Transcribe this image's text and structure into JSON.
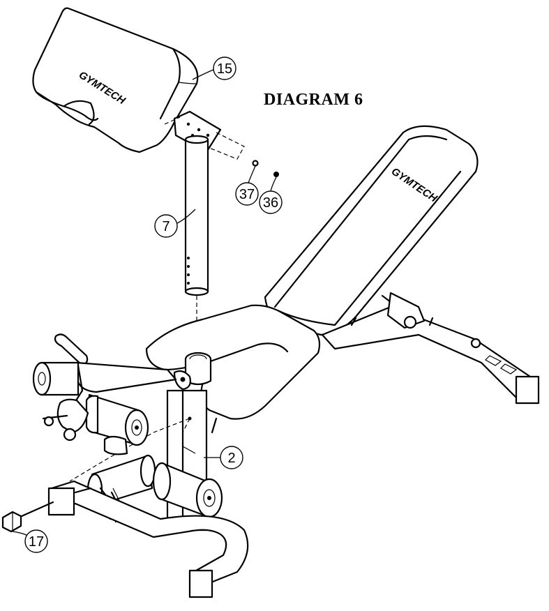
{
  "title": "DIAGRAM 6",
  "brand": "GYMTECH",
  "callouts": [
    {
      "id": "15",
      "label": "15"
    },
    {
      "id": "7",
      "label": "7"
    },
    {
      "id": "37",
      "label": "37"
    },
    {
      "id": "36",
      "label": "36"
    },
    {
      "id": "2",
      "label": "2"
    },
    {
      "id": "17",
      "label": "17"
    }
  ]
}
